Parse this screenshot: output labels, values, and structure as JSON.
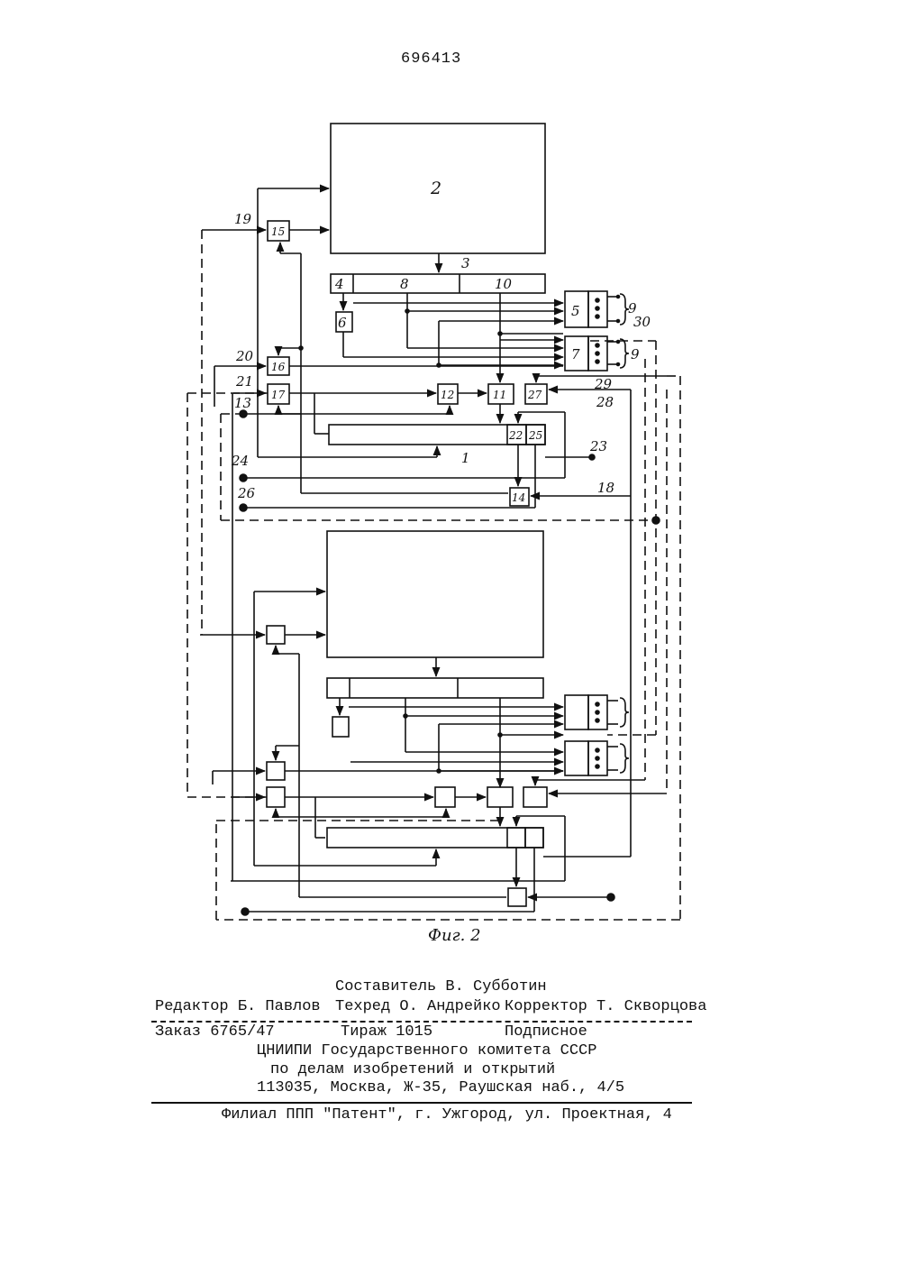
{
  "patent_number": "696413",
  "figure_caption": "Фиг. 2",
  "labels": {
    "b1": "1",
    "b2": "2",
    "b3": "3",
    "b4": "4",
    "b5": "5",
    "b6": "6",
    "b7": "7",
    "b8": "8",
    "b9a": "9",
    "b9b": "9",
    "b10": "10",
    "b11": "11",
    "b12": "12",
    "b13": "13",
    "b14": "14",
    "b15": "15",
    "b16": "16",
    "b17": "17",
    "b18": "18",
    "b19": "19",
    "b20": "20",
    "b21": "21",
    "b22": "22",
    "b23": "23",
    "b24": "24",
    "b25": "25",
    "b26": "26",
    "b27": "27",
    "b28": "28",
    "b29": "29",
    "b30": "30"
  },
  "imprint": {
    "compiler": "Составитель В. Субботин",
    "editor": "Редактор Б. Павлов",
    "techred": "Техред О. Андрейко",
    "corrector": "Корректор Т. Скворцова",
    "order": "Заказ 6765/47",
    "circulation": "Тираж 1015",
    "subscription": "Подписное",
    "org1": "ЦНИИПИ Государственного комитета СССР",
    "org2": "по делам изобретений и открытий",
    "address": "113035, Москва, Ж-35, Раушская наб., 4/5",
    "branch": "Филиал ППП \"Патент\", г. Ужгород, ул. Проектная, 4"
  }
}
